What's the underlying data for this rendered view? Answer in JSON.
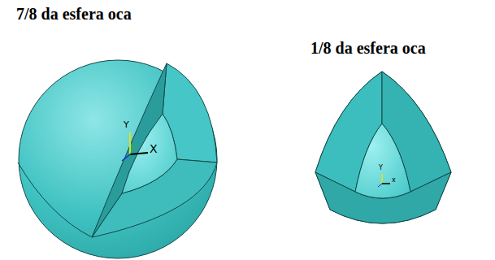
{
  "diagram": {
    "labels": [
      "7/8 da esfera oca",
      "1/8 da esfera oca",
      "Y",
      "X",
      "Y",
      "x"
    ]
  }
}
